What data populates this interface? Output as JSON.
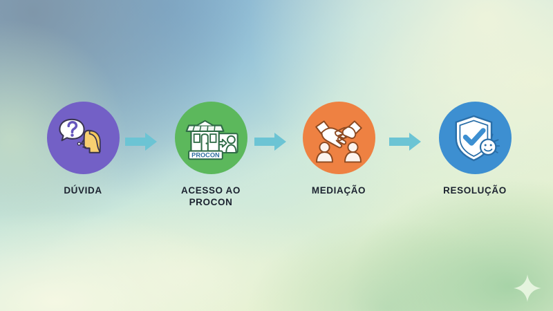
{
  "graphic": {
    "type": "process-flow-infographic",
    "language": "pt-BR",
    "background": {
      "style": "soft pastel gradient",
      "corner_colors": {
        "top_left": "#8fb0c9",
        "top_right": "#eef3d8",
        "bottom_left": "#f4f7e2",
        "bottom_right": "#9cceA0"
      }
    },
    "accent_colors": {
      "arrow": "#6cc4d4",
      "label_text": "#1c2330"
    }
  },
  "steps": [
    {
      "index": 1,
      "label": "DÚVIDA",
      "circle_color": "#7360c6",
      "icon_name": "thinking-person-question-icon",
      "icon_colors": {
        "bubble": "#ffffff",
        "question_mark": "#6656bd",
        "head": "#f6cf70",
        "outline": "#3a3550"
      }
    },
    {
      "index": 2,
      "label": "ACESSO AO\nPROCON",
      "label_lines": [
        "ACESSO AO",
        "PROCON"
      ],
      "circle_color": "#5cb85c",
      "icon_name": "procon-building-service-desk-icon",
      "sign_text": "PROCON",
      "icon_colors": {
        "building": "#ffffff",
        "outline": "#2f6b46",
        "sign_text": "#2d6b9e",
        "awning": "#eef6f2"
      }
    },
    {
      "index": 3,
      "label": "MEDIAÇÃO",
      "circle_color": "#ee8142",
      "icon_name": "handshake-mediation-icon",
      "icon_colors": {
        "hands": "#ffffff",
        "outline": "#8c4a22",
        "people": "#fdf3ec"
      }
    },
    {
      "index": 4,
      "label": "RESOLUÇÃO",
      "circle_color": "#3d8fd1",
      "icon_name": "shield-check-smiley-icon",
      "icon_colors": {
        "shield": "#ffffff",
        "check": "#3d8fd1",
        "outline": "#2a6ea8",
        "smiley": "#ffffff"
      }
    }
  ],
  "arrows": [
    {
      "name": "arrow-step1-to-step2",
      "direction": "right",
      "color": "#6cc4d4"
    },
    {
      "name": "arrow-step2-to-step3",
      "direction": "right",
      "color": "#6cc4d4"
    },
    {
      "name": "arrow-step3-to-step4",
      "direction": "right",
      "color": "#6cc4d4"
    }
  ],
  "decoration": {
    "sparkle": {
      "name": "sparkle-star-icon",
      "color": "#e9f6e2",
      "points": 4
    }
  }
}
